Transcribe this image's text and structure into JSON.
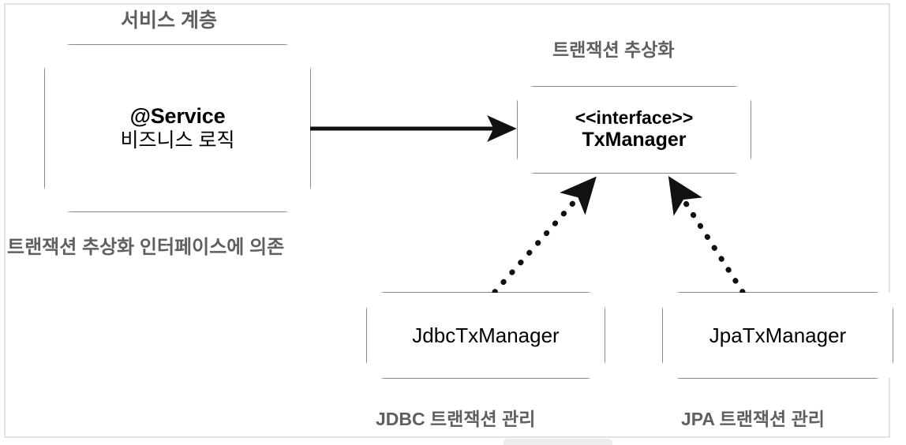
{
  "diagram": {
    "title": "Spring Transaction Abstraction",
    "colors": {
      "stroke": "#111111",
      "caption": "#5f5f5f",
      "frame": "#e3e3e3",
      "background": "#ffffff"
    },
    "nodes": [
      {
        "id": "service",
        "line1": "@Service",
        "line2": "비즈니스 로직",
        "shape": "rounded-rect"
      },
      {
        "id": "txmanager",
        "line1": "<<interface>>",
        "line2": "TxManager",
        "shape": "rounded-rect"
      },
      {
        "id": "jdbc",
        "line1": "JdbcTxManager",
        "line2": "",
        "shape": "rounded-rect"
      },
      {
        "id": "jpa",
        "line1": "JpaTxManager",
        "line2": "",
        "shape": "rounded-rect"
      }
    ],
    "captions": {
      "service_layer": "서비스 계층",
      "tx_abstraction": "트랜잭션 추상화",
      "depends_on_interface": "트랜잭션 추상화 인터페이스에 의존",
      "jdbc_tx_management": "JDBC 트랜잭션 관리",
      "jpa_tx_management": "JPA 트랜잭션 관리"
    },
    "edges": [
      {
        "id": "service-to-txmanager",
        "from": "service",
        "to": "txmanager",
        "style": "solid",
        "arrow": "filled"
      },
      {
        "id": "jdbc-implements-txmanager",
        "from": "jdbc",
        "to": "txmanager",
        "style": "dotted",
        "arrow": "filled"
      },
      {
        "id": "jpa-implements-txmanager",
        "from": "jpa",
        "to": "txmanager",
        "style": "dotted",
        "arrow": "filled"
      }
    ]
  }
}
